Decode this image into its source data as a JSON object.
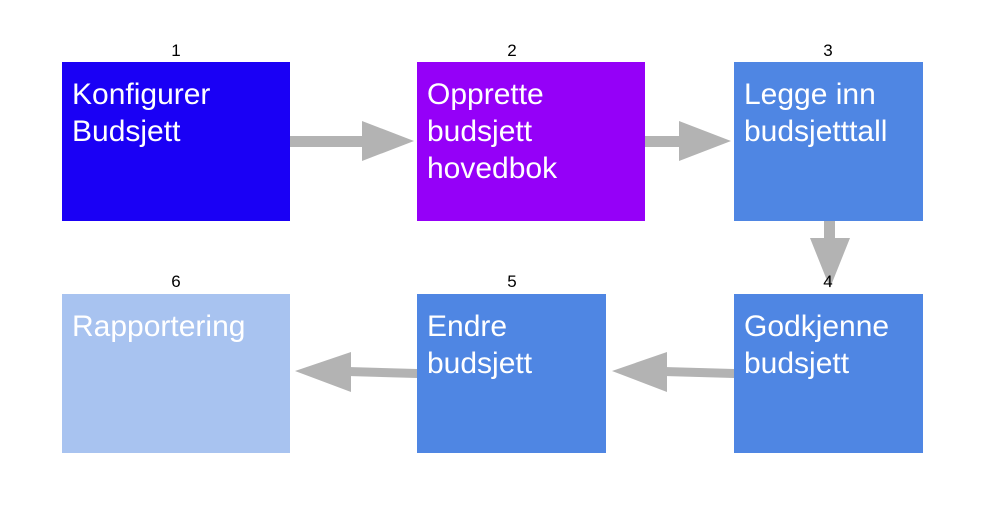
{
  "steps": [
    {
      "number": "1",
      "label": "Konfigurer Budsjett",
      "color": "#1a00f5"
    },
    {
      "number": "2",
      "label": "Opprette budsjett hovedbok",
      "color": "#9500f8"
    },
    {
      "number": "3",
      "label": "Legge inn budsjetttall",
      "color": "#4f86e3"
    },
    {
      "number": "4",
      "label": "Godkjenne budsjett",
      "color": "#4f86e3"
    },
    {
      "number": "5",
      "label": "Endre budsjett",
      "color": "#4f86e3"
    },
    {
      "number": "6",
      "label": "Rapportering",
      "color": "#a8c3f0"
    }
  ],
  "arrow_color": "#b3b3b3"
}
